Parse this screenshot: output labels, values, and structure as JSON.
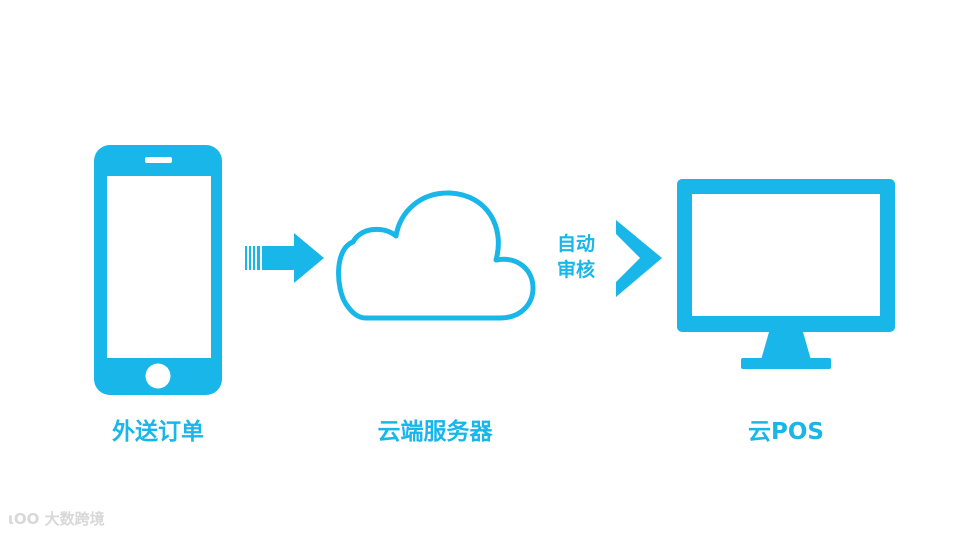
{
  "diagram": {
    "nodes": [
      {
        "id": "phone",
        "icon": "smartphone-icon",
        "label": "外送订单"
      },
      {
        "id": "cloud",
        "icon": "cloud-icon",
        "label": "云端服务器"
      },
      {
        "id": "monitor",
        "icon": "monitor-icon",
        "label": "云POS"
      }
    ],
    "edges": [
      {
        "from": "phone",
        "to": "cloud",
        "label": ""
      },
      {
        "from": "cloud",
        "to": "monitor",
        "label_line1": "自动",
        "label_line2": "审核"
      }
    ]
  },
  "watermark": "大数跨境",
  "colors": {
    "accent": "#19b6ea"
  }
}
